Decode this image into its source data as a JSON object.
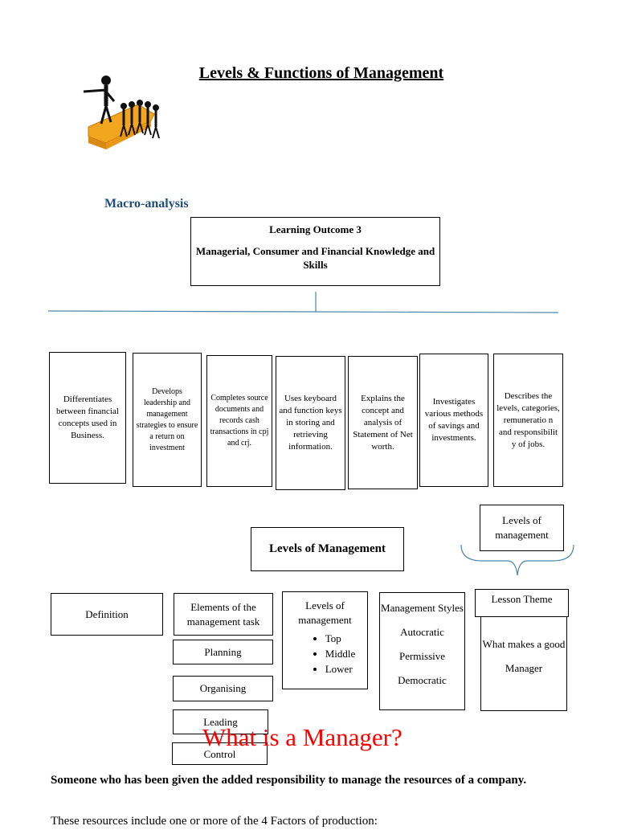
{
  "header": {
    "title": "Levels & Functions of Management"
  },
  "section_label": "Macro-analysis",
  "learning_outcome": {
    "heading": "Learning Outcome 3",
    "subtitle": "Managerial, Consumer and Financial Knowledge and Skills"
  },
  "outcomes": [
    "Differentiates between financial concepts used in Business.",
    "Develops leadership and management strategies to ensure a return on investment",
    "Completes source documents and records cash transactions in cpj and crj.",
    "Uses keyboard and function keys in storing and retrieving information.",
    "Explains the concept and analysis of Statement of Net worth.",
    "Investigates various methods of savings and investments.",
    "Describes the levels, categories, remuneratio n and responsibilit y of jobs."
  ],
  "levels_main": "Levels of Management",
  "levels_tag": "Levels of management",
  "categories": {
    "definition": "Definition",
    "elements": "Elements of the management task",
    "levels": "Levels of management",
    "styles": "Management Styles",
    "lesson_theme": "Lesson Theme"
  },
  "tasks": [
    "Planning",
    "Organising",
    "Leading",
    "Control"
  ],
  "level_list": [
    "Top",
    "Middle",
    "Lower"
  ],
  "styles_list": [
    "Autocratic",
    "Permissive",
    "Democratic"
  ],
  "lesson": {
    "question": "What makes a good",
    "answer": "Manager"
  },
  "headline": "What is a Manager?",
  "paragraph1": "Someone who has been given the added responsibility to manage the resources of a company.",
  "paragraph2": "These resources include one or more of the 4 Factors of production:"
}
